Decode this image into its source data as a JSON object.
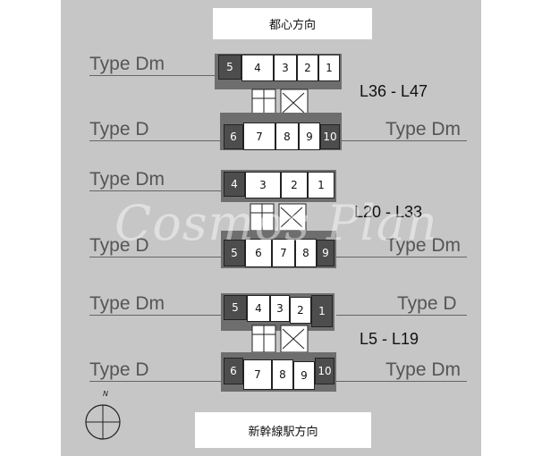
{
  "signs": {
    "top": "都心方向",
    "bottom": "新幹線駅方向"
  },
  "compass": {
    "label": "N"
  },
  "watermark": "Cosmos Plan",
  "blocks": [
    {
      "level": "L36 - L47",
      "labels": {
        "top_left": "Type Dm",
        "bottom_left": "Type D",
        "bottom_right": "Type Dm"
      },
      "top_units": [
        "5",
        "4",
        "3",
        "2",
        "1"
      ],
      "bottom_units": [
        "6",
        "7",
        "8",
        "9",
        "10"
      ]
    },
    {
      "level": "L20 - L33",
      "labels": {
        "top_left": "Type Dm",
        "bottom_left": "Type D",
        "bottom_right": "Type Dm"
      },
      "top_units": [
        "4",
        "3",
        "2",
        "1"
      ],
      "bottom_units": [
        "5",
        "6",
        "7",
        "8",
        "9"
      ]
    },
    {
      "level": "L5 - L19",
      "labels": {
        "top_left": "Type Dm",
        "top_right": "Type D",
        "bottom_left": "Type D",
        "bottom_right": "Type Dm"
      },
      "top_units": [
        "5",
        "4",
        "3",
        "2",
        "1"
      ],
      "bottom_units": [
        "6",
        "7",
        "8",
        "9",
        "10"
      ]
    }
  ],
  "colors": {
    "panel": "#c6c6c6",
    "building": "#6e6e6e",
    "end_unit": "#4d4d4d"
  }
}
